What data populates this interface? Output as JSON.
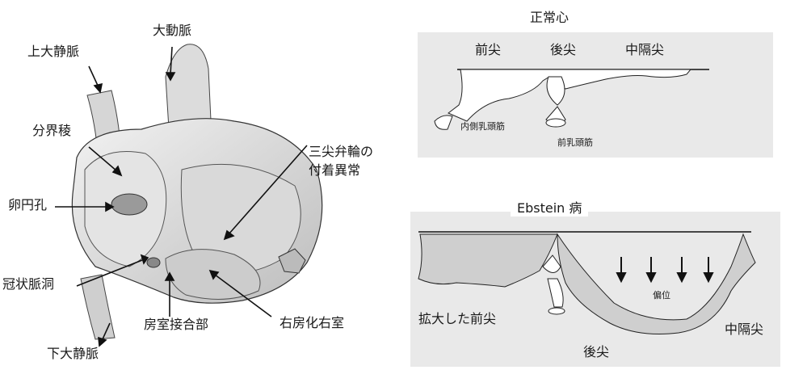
{
  "left_figure": {
    "labels": {
      "svc": "上大静脈",
      "aorta": "大動脈",
      "crista": "分界稜",
      "tv_anomaly_l1": "三尖弁輪の",
      "tv_anomaly_l2": "付着異常",
      "fo": "卵円孔",
      "cs": "冠状脈洞",
      "av_junction": "房室接合部",
      "atrialized_rv": "右房化右室",
      "ivc": "下大静脈"
    }
  },
  "right_top": {
    "title": "正常心",
    "leaflets": {
      "anterior": "前尖",
      "posterior": "後尖",
      "septal": "中隔尖"
    },
    "muscles": {
      "medial": "内側乳頭筋",
      "anterior": "前乳頭筋"
    }
  },
  "right_bottom": {
    "title": "Ebstein 病",
    "enlarged_anterior": "拡大した前尖",
    "displacement": "偏位",
    "septal": "中隔尖",
    "posterior": "後尖"
  }
}
